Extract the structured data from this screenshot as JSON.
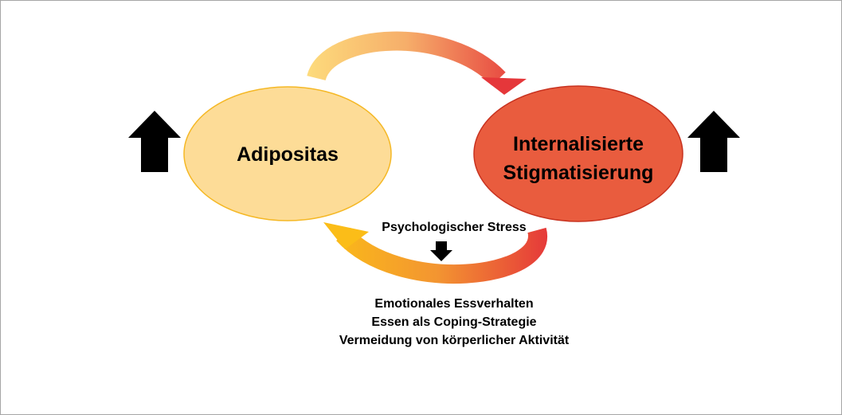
{
  "nodes": {
    "left": {
      "label": "Adipositas",
      "fill": "#fddc97",
      "stroke": "#f5b825"
    },
    "right": {
      "label_line1": "Internalisierte",
      "label_line2": "Stigmatisierung",
      "fill": "#e95c3e",
      "stroke": "#c8321f"
    }
  },
  "mediator": "Psychologischer Stress",
  "outcomes": [
    "Emotionales Essverhalten",
    "Essen als Coping-Strategie",
    "Vermeidung von körperlicher Aktivität"
  ],
  "colors": {
    "yellow": "#fdd87a",
    "orange": "#f6a13a",
    "red": "#e5373a",
    "gold": "#fbbd18"
  }
}
